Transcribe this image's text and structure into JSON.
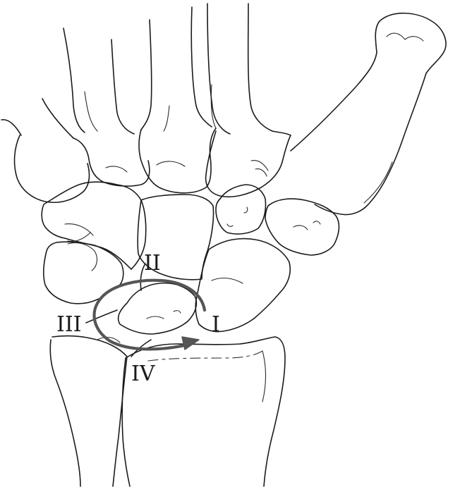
{
  "labels": {
    "stage_1": "I",
    "stage_2": "II",
    "stage_3": "III",
    "stage_4": "IV"
  },
  "colors": {
    "line": "#1b1b1b",
    "arrow": "#555555",
    "background": "#ffffff"
  }
}
